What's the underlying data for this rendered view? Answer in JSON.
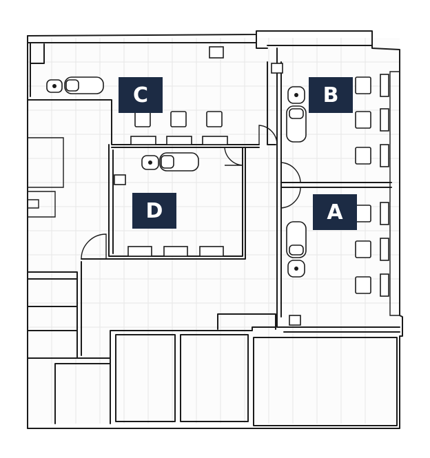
{
  "rooms": [
    {
      "id": "C",
      "label": "C"
    },
    {
      "id": "B",
      "label": "B"
    },
    {
      "id": "D",
      "label": "D"
    },
    {
      "id": "A",
      "label": "A"
    }
  ],
  "colors": {
    "label_bg": "#1c2b44",
    "label_text": "#ffffff",
    "wall": "#1a1a1a",
    "grid": "#e6e6e6"
  },
  "icons": {
    "chair": "chair-icon",
    "sink": "sink-icon",
    "treatment_chair": "treatment-chair-icon",
    "door": "door-swing-icon"
  }
}
